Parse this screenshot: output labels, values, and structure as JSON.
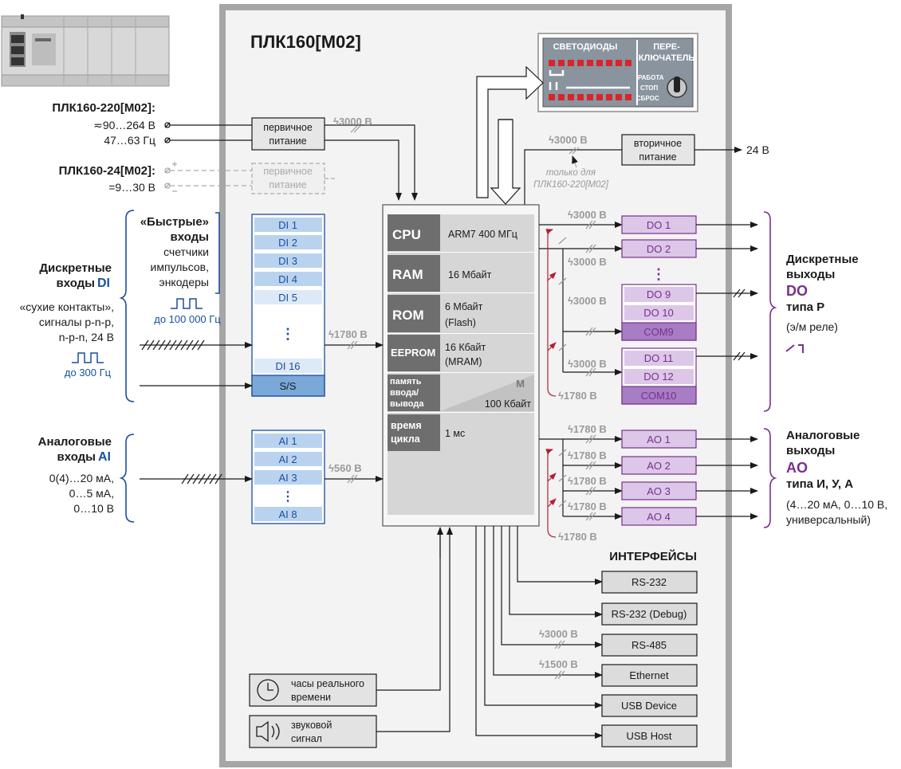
{
  "title": "ПЛК160[М02]",
  "variant_220": {
    "name": "ПЛК160-220[М02]:",
    "voltage": "≂90…264 В",
    "freq": "47…63 Гц"
  },
  "variant_24": {
    "name": "ПЛК160-24[М02]:",
    "voltage": "=9…30 В"
  },
  "primary_power": {
    "line1": "первичное",
    "line2": "питание"
  },
  "secondary_power": {
    "line1": "вторичное",
    "line2": "питание",
    "output": "24 В"
  },
  "only_for": {
    "line1": "только для",
    "line2": "ПЛК160-220[М02]"
  },
  "isolation": {
    "v3000": "3000 В",
    "v1780": "1780 В",
    "v560": "560 В",
    "v1500": "1500 В"
  },
  "leds_panel": {
    "leds": "СВЕТОДИОДЫ",
    "switch1": "ПЕРЕ-",
    "switch2": "КЛЮЧАТЕЛЬ",
    "run": "РАБОТА",
    "stop": "СТОП",
    "reset": "СБРОС"
  },
  "fast_inputs": {
    "line1": "«Быстрые»",
    "line2": "входы",
    "line3": "счетчики",
    "line4": "импульсов,",
    "line5": "энкодеры",
    "freq": "до 100 000 Гц"
  },
  "di_label": {
    "line1": "Дискретные",
    "line2": "входы",
    "code": "DI",
    "d1": "«сухие контакты»,",
    "d2": "сигналы p-n-p,",
    "d3": "n-p-n, 24 В",
    "freq": "до 300 Гц"
  },
  "di_channels": [
    "DI 1",
    "DI 2",
    "DI 3",
    "DI 4",
    "DI 5",
    "⋮",
    "DI 16",
    "S/S"
  ],
  "ai_label": {
    "line1": "Аналоговые",
    "line2": "входы",
    "code": "AI",
    "d1": "0(4)…20 мА,",
    "d2": "0…5 мА,",
    "d3": "0…10 В"
  },
  "ai_channels": [
    "AI 1",
    "AI 2",
    "AI 3",
    "⋮",
    "AI 8"
  ],
  "cpu_block": [
    {
      "name": "CPU",
      "value": "ARM7  400 МГц"
    },
    {
      "name": "RAM",
      "value": "16 Мбайт"
    },
    {
      "name": "ROM",
      "value": "6 Мбайт",
      "value2": "(Flash)"
    },
    {
      "name": "EEPROM",
      "value": "16 Кбайт",
      "value2": "(MRAM)"
    },
    {
      "name": "память",
      "name2": "ввода/",
      "name3": "вывода",
      "value": "100 Кбайт",
      "mark": "M"
    },
    {
      "name": "время",
      "name2": "цикла",
      "value": "1 мс"
    }
  ],
  "do_channels": [
    "DO 1",
    "DO 2",
    "⋮",
    "DO 9",
    "DO 10",
    "COM9",
    "DO 11",
    "DO 12",
    "COM10"
  ],
  "do_label": {
    "line1": "Дискретные",
    "line2": "выходы",
    "code": "DO",
    "line3": "типа Р",
    "line4": "(э/м реле)"
  },
  "ao_channels": [
    "AO 1",
    "AO 2",
    "AO 3",
    "AO 4"
  ],
  "ao_label": {
    "line1": "Аналоговые",
    "line2": "выходы",
    "code": "AO",
    "line3": "типа И, У, А",
    "line4": "(4…20 мА, 0…10 В,",
    "line5": "универсальный)"
  },
  "interfaces": {
    "title": "ИНТЕРФЕЙСЫ",
    "items": [
      "RS-232",
      "RS-232 (Debug)",
      "RS-485",
      "Ethernet",
      "USB Device",
      "USB Host"
    ]
  },
  "rtc": {
    "line1": "часы реального",
    "line2": "времени"
  },
  "buzzer": {
    "line1": "звуковой",
    "line2": "сигнал"
  }
}
